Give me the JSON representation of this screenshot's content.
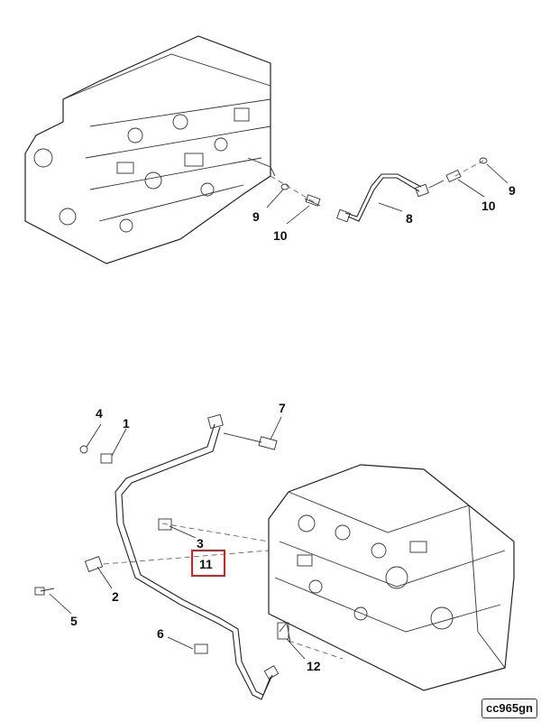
{
  "diagram": {
    "reference_code": "cc965gn",
    "highlight_color": "#e21b1b",
    "highlighted_callout": "11",
    "upper_callouts": [
      {
        "id": "up-8",
        "label": "8"
      },
      {
        "id": "up-9a",
        "label": "9"
      },
      {
        "id": "up-9b",
        "label": "9"
      },
      {
        "id": "up-10a",
        "label": "10"
      },
      {
        "id": "up-10b",
        "label": "10"
      }
    ],
    "lower_callouts": [
      {
        "id": "lo-1",
        "label": "1"
      },
      {
        "id": "lo-2",
        "label": "2"
      },
      {
        "id": "lo-3",
        "label": "3"
      },
      {
        "id": "lo-4",
        "label": "4"
      },
      {
        "id": "lo-5",
        "label": "5"
      },
      {
        "id": "lo-6",
        "label": "6"
      },
      {
        "id": "lo-7",
        "label": "7"
      },
      {
        "id": "lo-11",
        "label": "11"
      },
      {
        "id": "lo-12",
        "label": "12"
      }
    ]
  }
}
